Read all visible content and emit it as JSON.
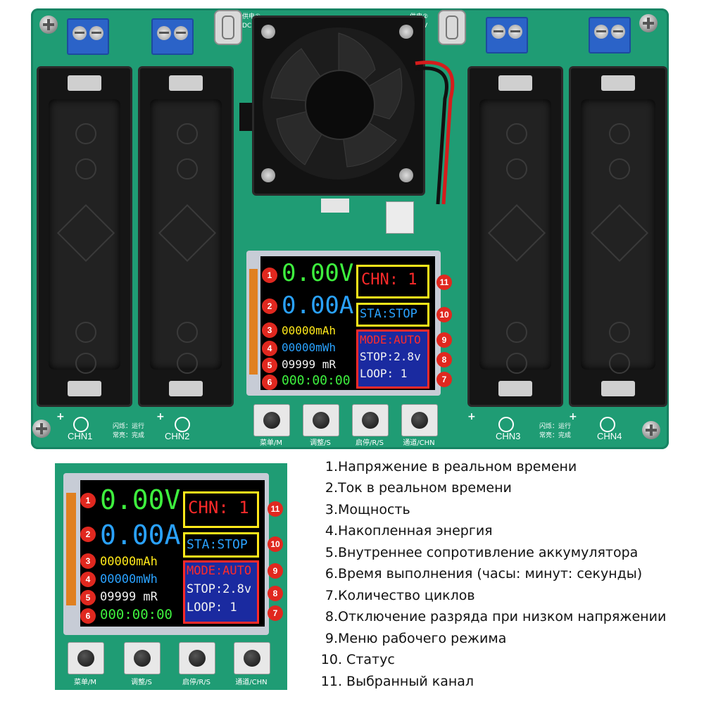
{
  "board": {
    "channels": [
      "CHN1",
      "CHN2",
      "CHN3",
      "CHN4"
    ],
    "plus_sign": "+",
    "status_legend": [
      "闪烁：运行",
      "常亮：完成"
    ],
    "usb_labels": [
      "供电① DC5V",
      "供电② DC5V"
    ],
    "buttons": [
      "菜单/M",
      "调整/S",
      "启停/R/S",
      "通道/CHN"
    ]
  },
  "lcd": {
    "voltage": "0.00V",
    "current": "0.00A",
    "capacity": "00000mAh",
    "energy": "00000mWh",
    "resistance": "09999 mR",
    "time": "000:00:00",
    "channel": "CHN: 1",
    "status": "STA:STOP",
    "mode": "MODE:AUTO",
    "stop": "STOP:2.8v",
    "loop": "LOOP: 1",
    "markers": [
      "1",
      "2",
      "3",
      "4",
      "5",
      "6",
      "7",
      "8",
      "9",
      "10",
      "11"
    ]
  },
  "legend": [
    {
      "num": "1.",
      "text": "Напряжение в реальном времени"
    },
    {
      "num": "2.",
      "text": "Ток в реальном времени"
    },
    {
      "num": "3.",
      "text": "Мощность"
    },
    {
      "num": "4.",
      "text": "Накопленная энергия"
    },
    {
      "num": "5.",
      "text": "Внутреннее сопротивление аккумулятора"
    },
    {
      "num": "6.",
      "text": "Время выполнения (часы: минут: секунды)"
    },
    {
      "num": "7.",
      "text": "Количество циклов"
    },
    {
      "num": "8.",
      "text": "Отключение разряда при низком напряжении"
    },
    {
      "num": "9.",
      "text": "Меню рабочего режима"
    },
    {
      "num": "10.",
      "text": "Статус"
    },
    {
      "num": "11.",
      "text": "Выбранный канал"
    }
  ],
  "colors": {
    "pcb": "#1f9c74",
    "lcd_green": "#3ef03e",
    "lcd_blue": "#2aa2ff",
    "lcd_yellow": "#ffe81a",
    "lcd_red": "#ff2a2a",
    "lcd_white": "#f2f2f2",
    "marker_red": "#e0281f"
  }
}
